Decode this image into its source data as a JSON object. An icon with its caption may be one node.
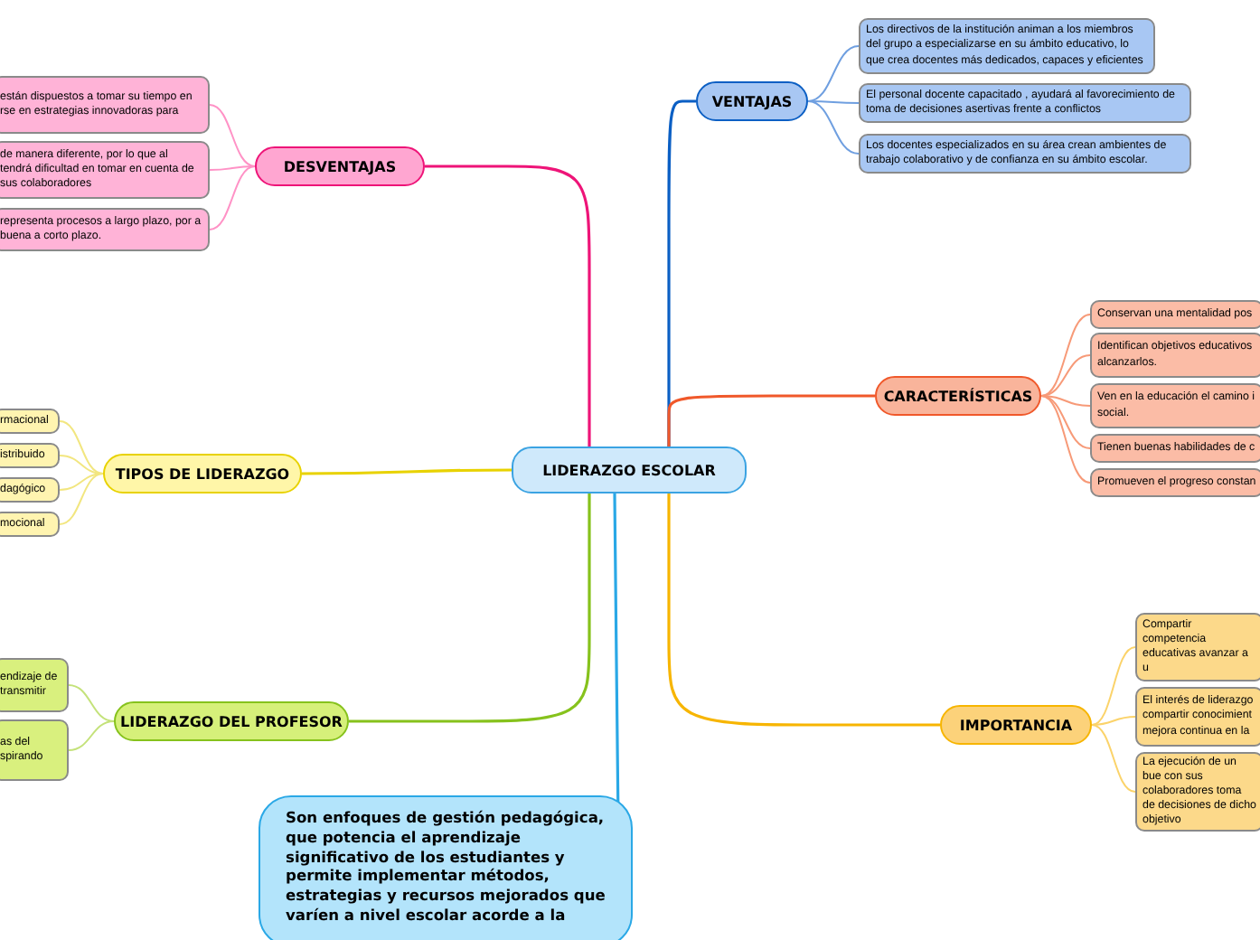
{
  "diagram": {
    "nodes": [
      {
        "text": [
          "LIDERAZGO ESCOLAR"
        ]
      },
      {
        "text": [
          "VENTAJAS"
        ]
      },
      {
        "text": [
          "Los directivos de la institución animan a los miembros del grupo a especializarse en su ámbito educativo, lo que crea docentes más dedicados, capaces y eficientes"
        ]
      },
      {
        "text": [
          "El personal docente capacitado , ayudará al favorecimiento de toma de decisiones asertivas frente a conflictos"
        ]
      },
      {
        "text": [
          "Los docentes especializados en su área crean ambientes de trabajo colaborativo y de confianza en su ámbito escolar."
        ]
      },
      {
        "text": [
          "CARACTERÍSTICAS"
        ]
      },
      {
        "text": [
          "Conservan una mentalidad pos"
        ]
      },
      {
        "text": [
          "Identifican objetivos educativos alcanzarlos."
        ]
      },
      {
        "text": [
          "Ven en la educación el camino i social."
        ]
      },
      {
        "text": [
          "Tienen buenas habilidades de c"
        ]
      },
      {
        "text": [
          "Promueven el progreso constan"
        ]
      },
      {
        "text": [
          "IMPORTANCIA"
        ]
      },
      {
        "text": [
          "Compartir competencia educativas avanzar a u"
        ]
      },
      {
        "text": [
          "El interés de liderazgo compartir conocimient mejora continua en la"
        ]
      },
      {
        "text": [
          "La ejecución de un bue con sus colaboradores toma de decisiones de dicho objetivo"
        ]
      },
      {
        "text": [
          "DESVENTAJAS"
        ]
      },
      {
        "text": [
          "están dispuestos a tomar su tiempo en rse en estrategias innovadoras para"
        ]
      },
      {
        "text": [
          "de manera diferente, por lo que al tendrá dificultad en tomar en cuenta de sus colaboradores"
        ]
      },
      {
        "text": [
          "representa procesos a largo plazo, por a buena a corto plazo."
        ]
      },
      {
        "text": [
          "TIPOS DE LIDERAZGO"
        ]
      },
      {
        "text": [
          "rmacional"
        ]
      },
      {
        "text": [
          "istribuido"
        ]
      },
      {
        "text": [
          "dagógico"
        ]
      },
      {
        "text": [
          "mocional"
        ]
      },
      {
        "text": [
          "LIDERAZGO DEL PROFESOR"
        ]
      },
      {
        "text": [
          "endizaje de transmitir"
        ]
      },
      {
        "text": [
          "as del spirando"
        ]
      },
      {
        "text": [
          "Son enfoques de gestión pedagógica, que potencia el aprendizaje significativo de los estudiantes y permite implementar métodos, estrategias y recursos mejorados que varíen a nivel escolar acorde a la"
        ]
      }
    ],
    "edges": [
      {
        "from": 0,
        "to": 1,
        "arrow": "none",
        "color": "#0b5fc4"
      },
      {
        "from": 1,
        "to": 2,
        "arrow": "none",
        "color": "#6f9fe0"
      },
      {
        "from": 1,
        "to": 3,
        "arrow": "none",
        "color": "#6f9fe0"
      },
      {
        "from": 1,
        "to": 4,
        "arrow": "none",
        "color": "#6f9fe0"
      },
      {
        "from": 0,
        "to": 5,
        "arrow": "none",
        "color": "#f0582a"
      },
      {
        "from": 5,
        "to": 6,
        "arrow": "none",
        "color": "#f79a78"
      },
      {
        "from": 5,
        "to": 7,
        "arrow": "none",
        "color": "#f79a78"
      },
      {
        "from": 5,
        "to": 8,
        "arrow": "none",
        "color": "#f79a78"
      },
      {
        "from": 5,
        "to": 9,
        "arrow": "none",
        "color": "#f79a78"
      },
      {
        "from": 5,
        "to": 10,
        "arrow": "none",
        "color": "#f79a78"
      },
      {
        "from": 0,
        "to": 11,
        "arrow": "none",
        "color": "#f7b500"
      },
      {
        "from": 11,
        "to": 12,
        "arrow": "none",
        "color": "#fbd36a"
      },
      {
        "from": 11,
        "to": 13,
        "arrow": "none",
        "color": "#fbd36a"
      },
      {
        "from": 11,
        "to": 14,
        "arrow": "none",
        "color": "#fbd36a"
      },
      {
        "from": 0,
        "to": 15,
        "arrow": "none",
        "color": "#ee1478"
      },
      {
        "from": 15,
        "to": 16,
        "arrow": "none",
        "color": "#ff92c6"
      },
      {
        "from": 15,
        "to": 17,
        "arrow": "none",
        "color": "#ff92c6"
      },
      {
        "from": 15,
        "to": 18,
        "arrow": "none",
        "color": "#ff92c6"
      },
      {
        "from": 0,
        "to": 19,
        "arrow": "none",
        "color": "#e8d200"
      },
      {
        "from": 19,
        "to": 20,
        "arrow": "none",
        "color": "#f2e680"
      },
      {
        "from": 19,
        "to": 21,
        "arrow": "none",
        "color": "#f2e680"
      },
      {
        "from": 19,
        "to": 22,
        "arrow": "none",
        "color": "#f2e680"
      },
      {
        "from": 19,
        "to": 23,
        "arrow": "none",
        "color": "#f2e680"
      },
      {
        "from": 0,
        "to": 24,
        "arrow": "none",
        "color": "#86c21c"
      },
      {
        "from": 24,
        "to": 25,
        "arrow": "none",
        "color": "#c4e27a"
      },
      {
        "from": 24,
        "to": 26,
        "arrow": "none",
        "color": "#c4e27a"
      },
      {
        "from": 0,
        "to": 27,
        "arrow": "none",
        "color": "#2aa8e6"
      }
    ]
  }
}
